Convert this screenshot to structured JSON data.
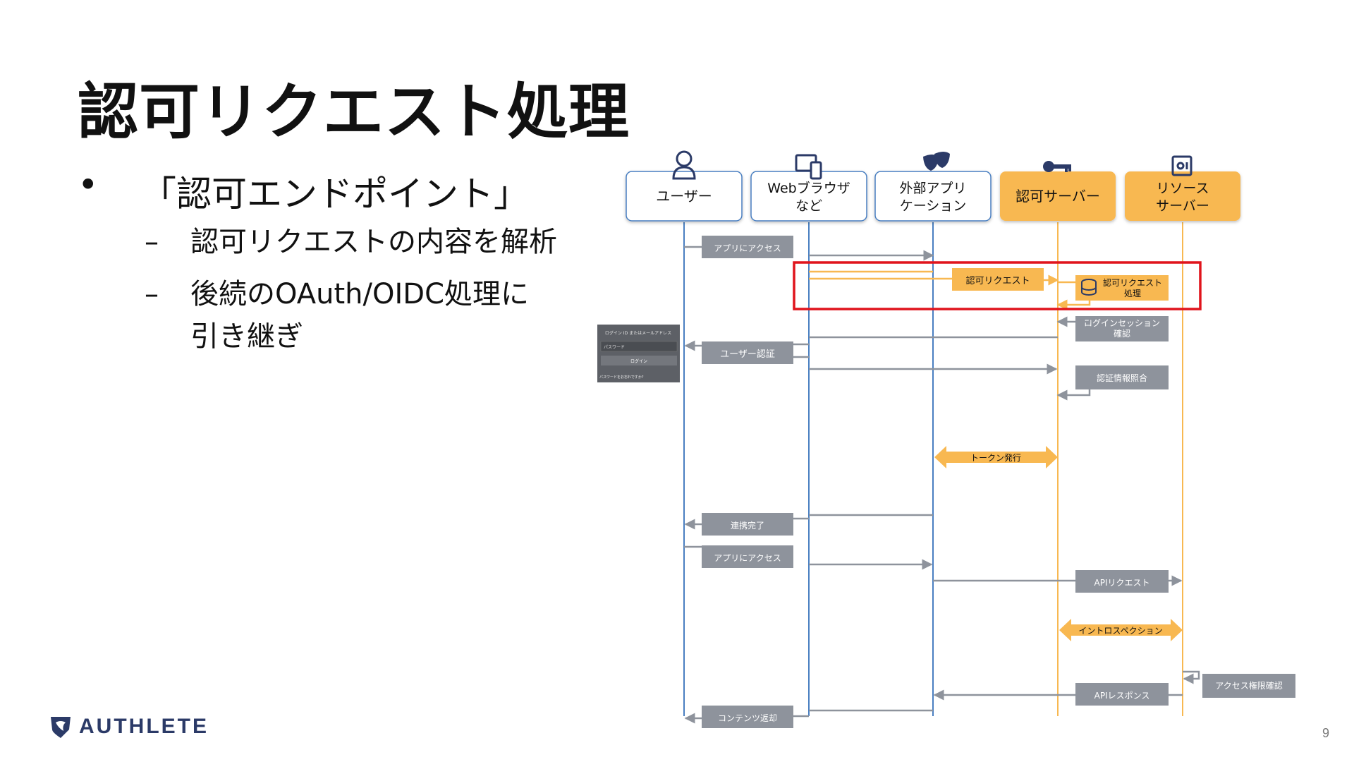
{
  "slide": {
    "title": "認可リクエスト処理",
    "bullets": [
      {
        "bullet": "•",
        "text": "「認可エンドポイント」"
      },
      {
        "dash": "–",
        "text": "認可リクエストの内容を解析"
      },
      {
        "dash": "–",
        "line1": "後続のOAuth/OIDC処理に",
        "line2": "引き継ぎ"
      }
    ],
    "logo_text": "AUTHLETE",
    "page_number": "9"
  },
  "diagram": {
    "actors": {
      "user": {
        "line1": "ユーザー",
        "icon": "user-icon"
      },
      "browser": {
        "line1": "Webブラウザ",
        "line2": "など",
        "icon": "devices-icon"
      },
      "app": {
        "line1": "外部アプリ",
        "line2": "ケーション",
        "icon": "masks-icon"
      },
      "authz": {
        "line1": "認可サーバー",
        "icon": "key-icon"
      },
      "resource": {
        "line1": "リソース",
        "line2": "サーバー",
        "icon": "safe-icon"
      }
    },
    "labels": {
      "app_access_1": "アプリにアクセス",
      "authz_request": "認可リクエスト",
      "authz_request_process_1": "認可リクエスト",
      "authz_request_process_2": "処理",
      "login_session_1": "ログインセッション",
      "login_session_2": "確認",
      "user_auth": "ユーザー認証",
      "auth_info": "認証情報照合",
      "token_issue": "トークン発行",
      "link_complete": "連携完了",
      "app_access_2": "アプリにアクセス",
      "api_request": "APIリクエスト",
      "introspection": "イントロスペクション",
      "access_check": "アクセス権限確認",
      "api_response": "APIレスポンス",
      "content_return": "コンテンツ返却"
    },
    "login_form": {
      "id_placeholder": "ログイン ID またはメールアドレス",
      "password_placeholder": "パスワード",
      "login_button": "ログイン",
      "forgot_link": "パスワードをお忘れですか?"
    },
    "colors": {
      "gray_box": "#8e939c",
      "orange": "#f8b851",
      "blue_line": "#4a7fc1",
      "highlight_red": "#e0141c"
    }
  }
}
